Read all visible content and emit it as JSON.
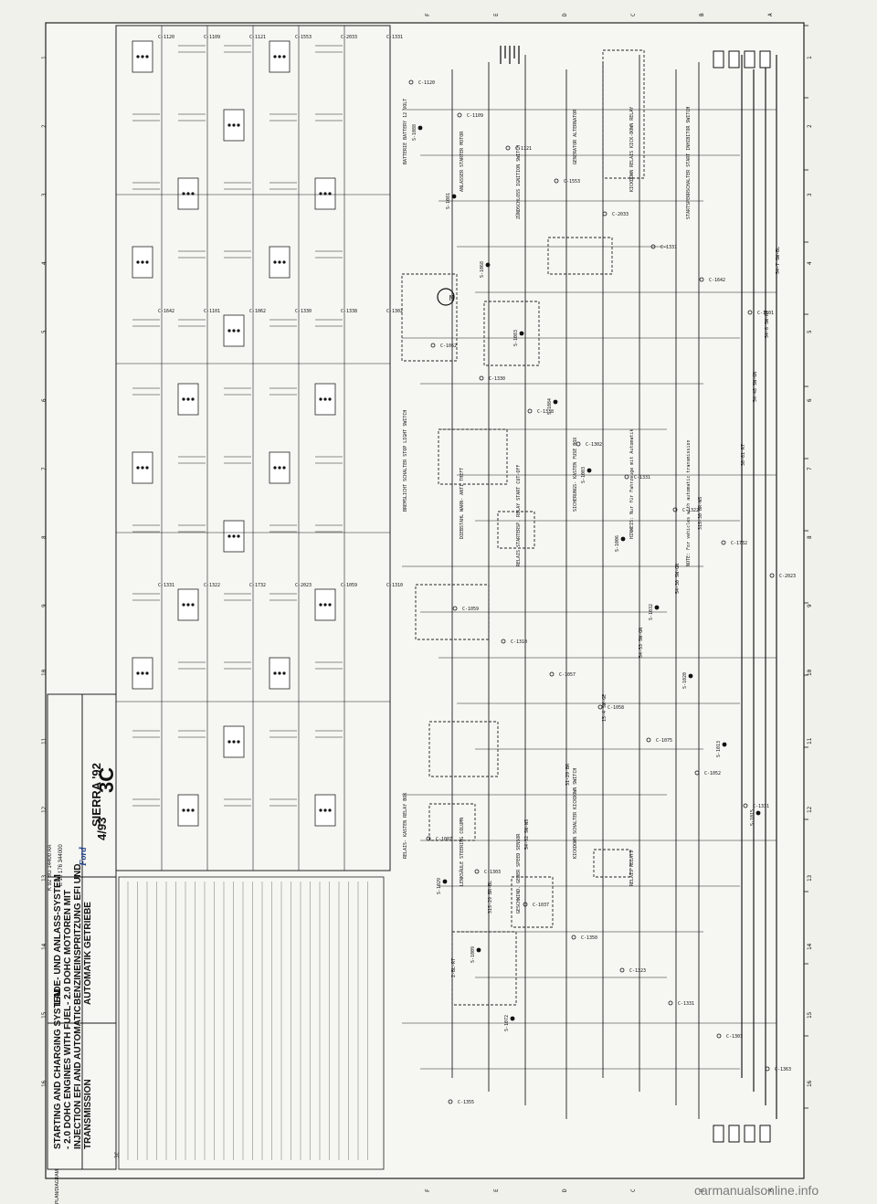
{
  "document": {
    "model": "SIERRA '92",
    "plan_label": "PLAN/DIAGRAM",
    "plan_number": "3C",
    "edition_label": "AUSGABE/ EDITION",
    "edition": "4/93",
    "codes": "E 10 176   344000",
    "part_number": "K 92 BG 14400 AA",
    "ford_logo": "Ford",
    "title_de": [
      "LADE- UND ANLASS-SYSTEM",
      "- 2.0 DOHC MOTOREN MIT",
      "BENZINEINSPRITZUNG EFI UND",
      "AUTOMATIK GETRIEBE"
    ],
    "title_en": [
      "STARTING AND CHARGING SYSTEM",
      "- 2.0 DOHC ENGINES WITH FUEL",
      "INJECTION EFI AND AUTOMATIC",
      "TRANSMISSION"
    ],
    "page_mark": "3C"
  },
  "watermark": "carmanualsonline.info",
  "grid": {
    "cols": [
      "1",
      "2",
      "3",
      "4",
      "5",
      "6",
      "7",
      "8",
      "9",
      "10",
      "11",
      "12",
      "13",
      "14",
      "15",
      "16"
    ],
    "rows": [
      "A",
      "B",
      "C",
      "D",
      "E",
      "F"
    ]
  },
  "connectors": [
    "C-1120",
    "C-1109",
    "C-1121",
    "C-1553",
    "C-2033",
    "C-1331",
    "C-1642",
    "C-1101",
    "C-1062",
    "C-1330",
    "C-1338",
    "C-1302",
    "C-1331",
    "C-1322",
    "C-1732",
    "C-2023",
    "C-1059",
    "C-1310",
    "C-1057",
    "C-1058",
    "C-1075",
    "C-1052",
    "C-1331",
    "C-1007",
    "C-1303",
    "C-1037",
    "C-1350",
    "C-1323",
    "C-1331",
    "C-1303",
    "C-1363",
    "C-1355"
  ],
  "splices": [
    "S-1088",
    "S-1081",
    "S-1068",
    "S-1083",
    "S-1084",
    "S-1003",
    "S-1006",
    "S-1032",
    "S-1020",
    "S-1013",
    "S-1015",
    "S-1029",
    "S-1009",
    "S-1072"
  ],
  "wires": [
    "54-7 SW-BL",
    "54-6 SW-RT",
    "54-48 SW-GN",
    "30-61 RT",
    "31S-30 BR-WS",
    "54-30 SW-GN",
    "54-53 SW-GN",
    "15-4 SW-GE",
    "31-29 BR",
    "54-52 SW-WS",
    "31S-29 BR-BL",
    "2-BL-RT"
  ],
  "labels": {
    "battery": "BATTERIE BATTERY 12 VOLT",
    "starter": "ANLASSER STARTER MOTOR",
    "ignition": "ZÜNDSCHLOSS IGNITION SWITCH",
    "alternator": "GENERATOR ALTERNATOR",
    "kickdown": "KICKDOWN RELAIS KICK-DOWN RELAY",
    "start_inhibitor": "STARTSPERRSCHALTER START INHIBITOR SWITCH",
    "stop_light": "BREMSLICHT SCHALTER STOP LIGHT SWITCH",
    "diesel_warning": "DIEBSTAHL WARN- ANTI THEFT",
    "cut_off": "RELAIS STARTERSP. RELAY START CUT-OFF",
    "fuse_box": "SICHERUNGS- KASTEN FUSE BOX",
    "note_de": "HINWEIS: Nur für Fahrzeuge mit Automatik",
    "note_en": "NOTE: For vehicles with automatic transmission",
    "relay_box": "RELAIS- KASTEN RELAY BOX",
    "steering": "LENKSÄULE STEERING COLUMN",
    "speed_sensor": "GESCHWIND. GEBER SPEED SENSOR",
    "kickdown_switch": "KICKDOWN SCHALTER KICKDOWN SWITCH",
    "relays_row": "RELAIS RELAYS"
  }
}
